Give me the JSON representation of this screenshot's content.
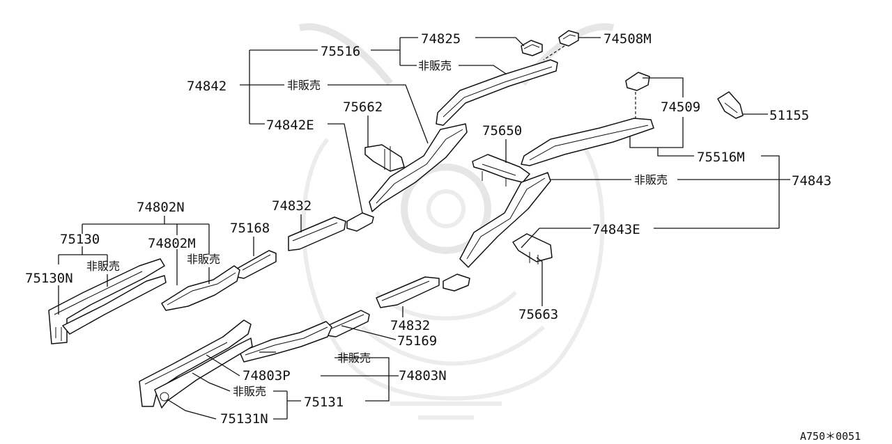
{
  "labels": {
    "l75516": "75516",
    "l74825": "74825",
    "l74508M": "74508M",
    "l74842": "74842",
    "l74842E": "74842E",
    "l75662": "75662",
    "l75650": "75650",
    "l74509": "74509",
    "l51155": "51155",
    "l75516M": "75516M",
    "l74843": "74843",
    "l74843E": "74843E",
    "l74802N": "74802N",
    "l74832a": "74832",
    "l75168": "75168",
    "l75130": "75130",
    "l74802M": "74802M",
    "l75130N": "75130N",
    "l75663": "75663",
    "l74832b": "74832",
    "l75169": "75169",
    "l74803P": "74803P",
    "l74803N": "74803N",
    "l75131": "75131",
    "l75131N": "75131N"
  },
  "not_for_sale": "非販売",
  "footer_code": "A750＊0051"
}
